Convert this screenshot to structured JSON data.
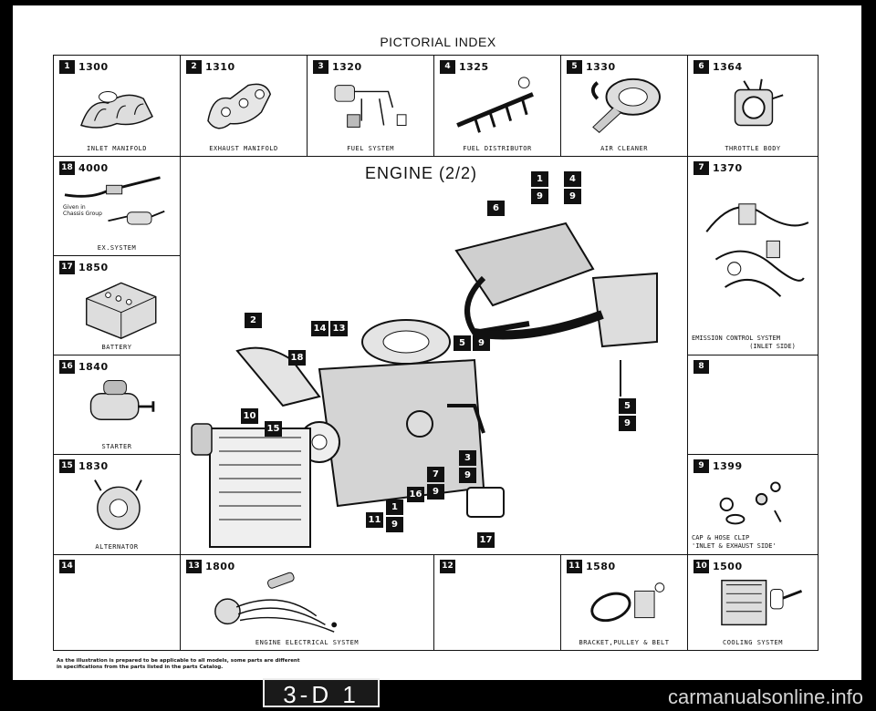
{
  "page": {
    "title": "PICTORIAL INDEX",
    "engine_title": "ENGINE (2/2)"
  },
  "cells": {
    "c1": {
      "num": "1",
      "code": "1300",
      "caption": "INLET MANIFOLD"
    },
    "c2": {
      "num": "2",
      "code": "1310",
      "caption": "EXHAUST MANIFOLD"
    },
    "c3": {
      "num": "3",
      "code": "1320",
      "caption": "FUEL SYSTEM"
    },
    "c4": {
      "num": "4",
      "code": "1325",
      "caption": "FUEL DISTRIBUTOR"
    },
    "c5": {
      "num": "5",
      "code": "1330",
      "caption": "AIR CLEANER"
    },
    "c6": {
      "num": "6",
      "code": "1364",
      "caption": "THROTTLE BODY"
    },
    "c18": {
      "num": "18",
      "code": "4000",
      "caption": "EX.SYSTEM",
      "note": "Given in\nChassis Group"
    },
    "c7": {
      "num": "7",
      "code": "1370",
      "caption": "EMISSION CONTROL SYSTEM\n               (INLET SIDE)"
    },
    "c17": {
      "num": "17",
      "code": "1850",
      "caption": "BATTERY"
    },
    "c16": {
      "num": "16",
      "code": "1840",
      "caption": "STARTER"
    },
    "c8": {
      "num": "8",
      "code": "",
      "caption": ""
    },
    "c15": {
      "num": "15",
      "code": "1830",
      "caption": "ALTERNATOR"
    },
    "c9": {
      "num": "9",
      "code": "1399",
      "caption": "CAP & HOSE CLIP\n'INLET & EXHAUST SIDE'"
    },
    "c14": {
      "num": "14",
      "code": "",
      "caption": ""
    },
    "c13": {
      "num": "13",
      "code": "1800",
      "caption": "ENGINE ELECTRICAL SYSTEM"
    },
    "c12": {
      "num": "12",
      "code": "",
      "caption": ""
    },
    "c11": {
      "num": "11",
      "code": "1580",
      "caption": "BRACKET,PULLEY & BELT"
    },
    "c10": {
      "num": "10",
      "code": "1500",
      "caption": "COOLING SYSTEM"
    }
  },
  "callouts": {
    "a": [
      "1",
      "9"
    ],
    "b": [
      "4",
      "9"
    ],
    "c": [
      "6"
    ],
    "d": [
      "2"
    ],
    "e": [
      "14",
      "13"
    ],
    "f": [
      "18"
    ],
    "g": [
      "5",
      "9"
    ],
    "h": [
      "5",
      "9"
    ],
    "i": [
      "10"
    ],
    "j": [
      "15"
    ],
    "k": [
      "3",
      "9"
    ],
    "l": [
      "7",
      "9"
    ],
    "m": [
      "16"
    ],
    "n": [
      "1",
      "9"
    ],
    "o": [
      "11"
    ],
    "p": [
      "17"
    ]
  },
  "footnote": "As the illustration is prepared to be applicable to all models, some parts are different\nin specifications from the parts listed in the parts Catalog.",
  "page_number": "3-D 1",
  "watermark": "carmanualsonline.info"
}
